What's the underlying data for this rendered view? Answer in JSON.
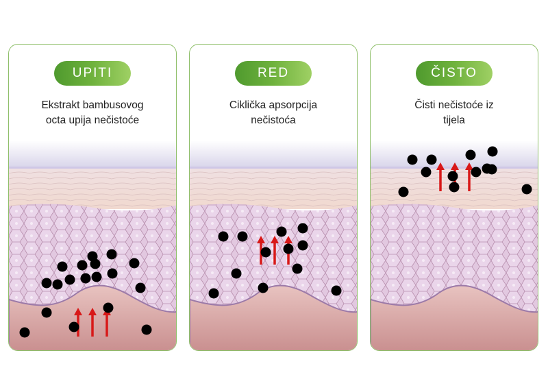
{
  "panels": [
    {
      "badge": "UPITI",
      "line1": "Ekstrakt bambusovog",
      "line2": "octa upija nečistoće"
    },
    {
      "badge": "RED",
      "line1": "Ciklička apsorpcija",
      "line2": "nečistoća"
    },
    {
      "badge": "ČISTO",
      "line1": "Čisti nečistoće iz",
      "line2": "tijela"
    }
  ],
  "colors": {
    "accent_green": "#6fb23d",
    "border_green": "#8fbf6a",
    "arrow_red": "#d81818",
    "particle": "#000000"
  }
}
